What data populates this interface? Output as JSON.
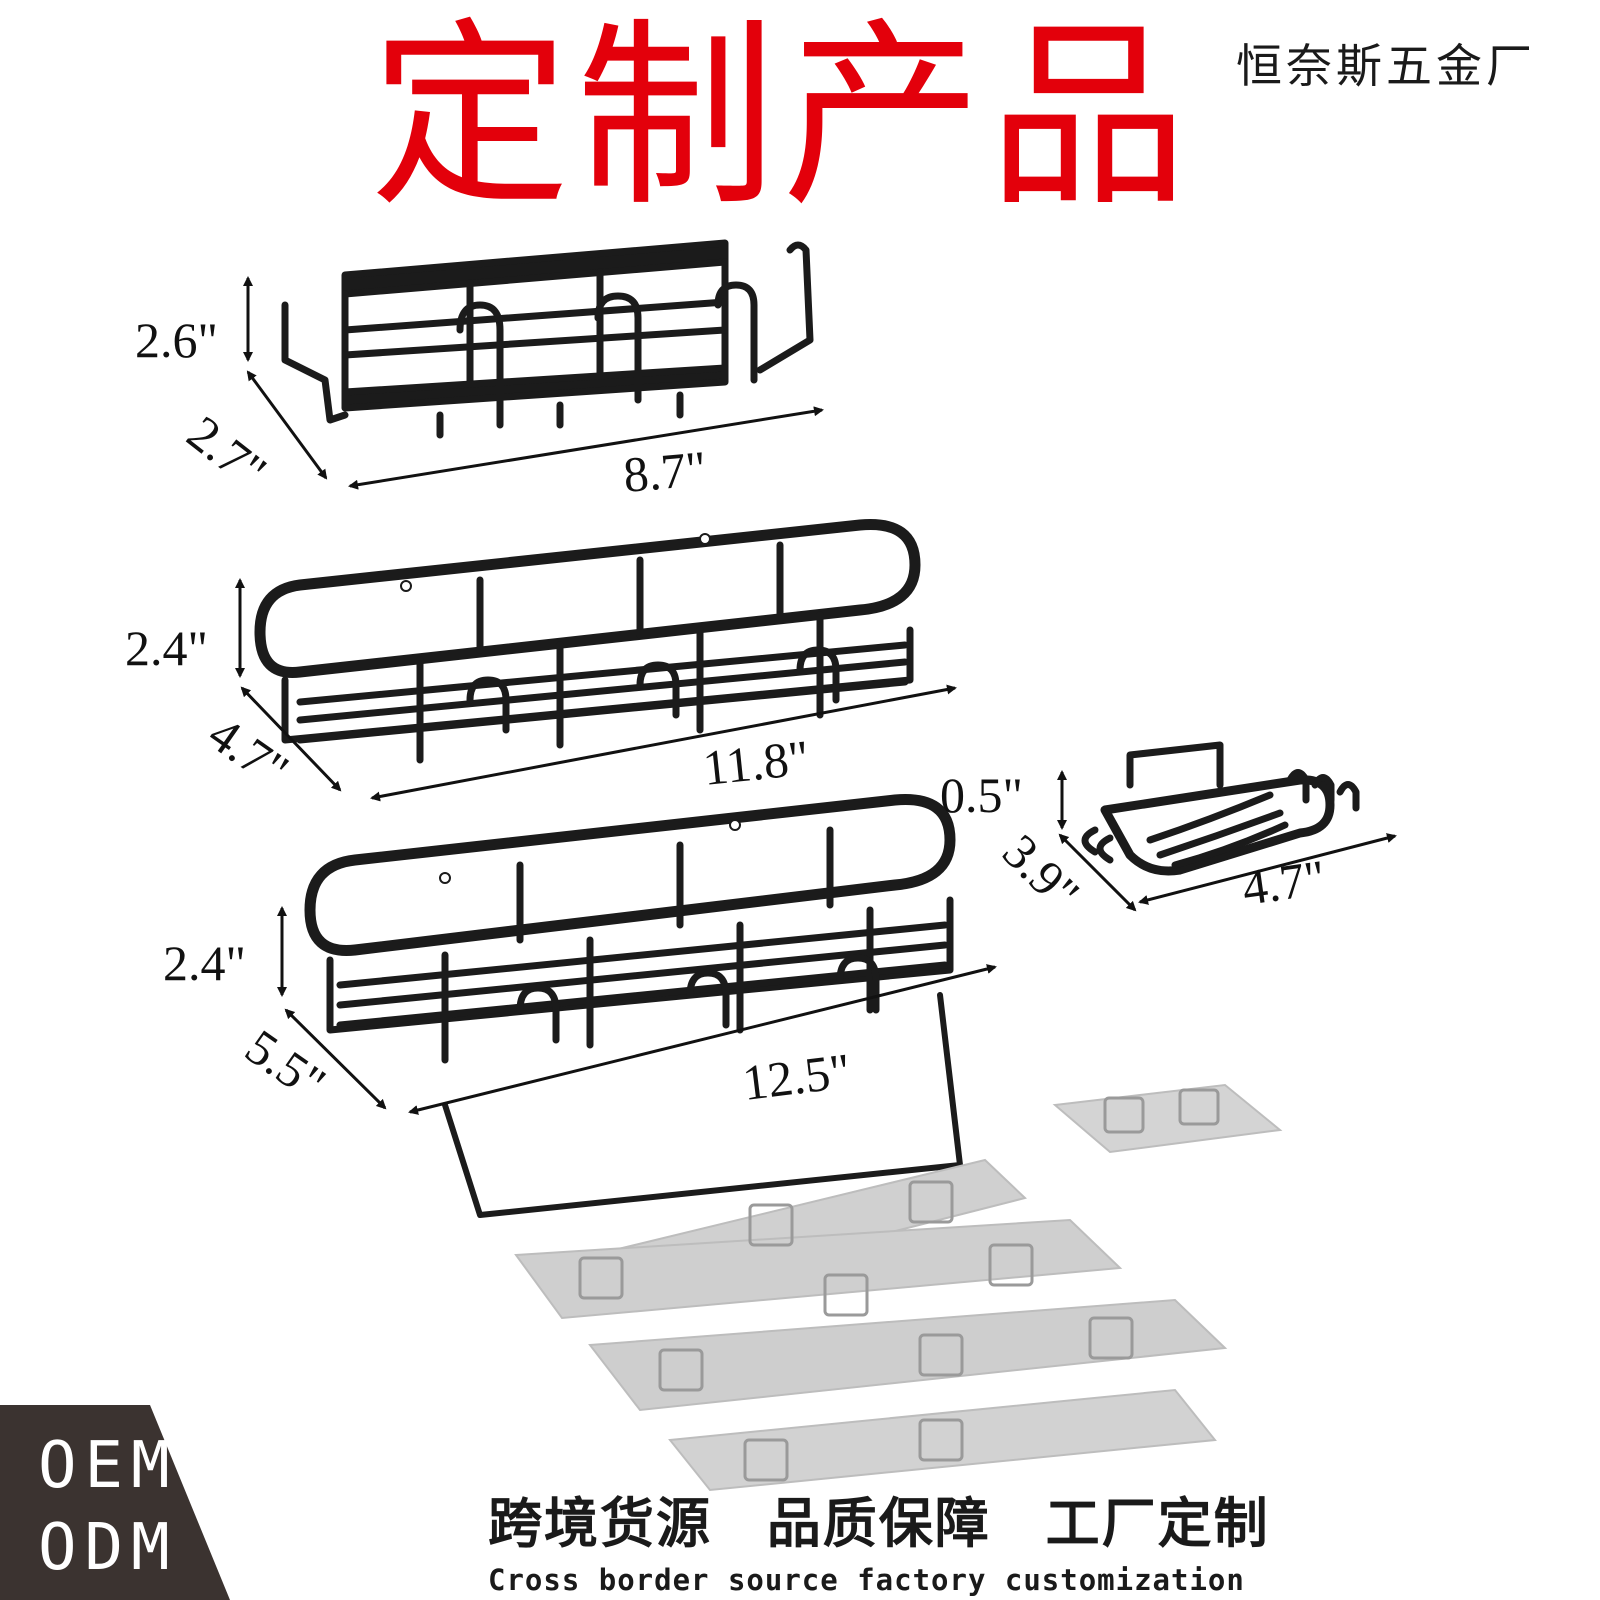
{
  "headline": "定制产品",
  "factory_name": "恒奈斯五金厂",
  "products": [
    {
      "height": "2.6\"",
      "depth": "2.7\"",
      "length": "8.7\""
    },
    {
      "height": "2.4\"",
      "depth": "4.7\"",
      "length": "11.8\""
    },
    {
      "height": "2.4\"",
      "depth": "5.5\"",
      "length": "12.5\""
    },
    {
      "height": "0.5\"",
      "depth": "3.9\"",
      "length": "4.7\""
    }
  ],
  "badge": {
    "line1": "OEM",
    "line2": "ODM"
  },
  "slogan": {
    "part1": "跨境货源",
    "part2": "品质保障",
    "part3": "工厂定制",
    "english": "Cross border source factory customization"
  },
  "colors": {
    "headline": "#e3000b",
    "badge_bg": "#3b3330",
    "rack": "#1b1b1b",
    "adhesive": "#cfcfcf"
  }
}
